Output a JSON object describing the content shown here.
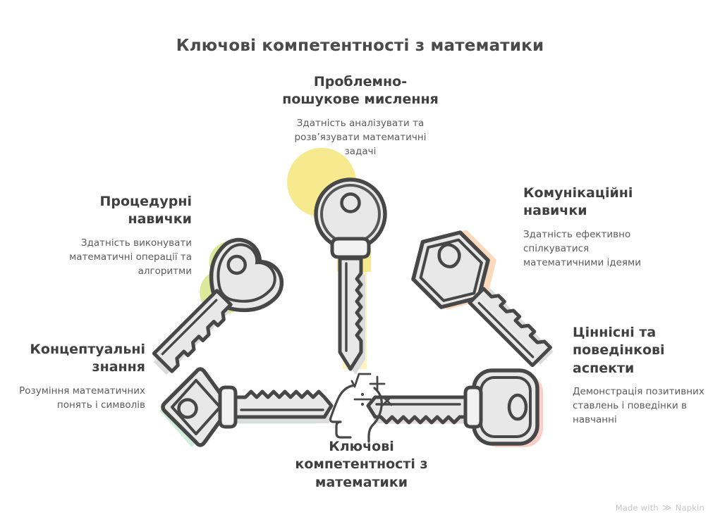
{
  "title": "Ключові компетентності з математики",
  "center": {
    "caption": "Ключові компетентності з математики",
    "icon": "head-with-math-symbols-icon",
    "symbols": [
      "√",
      "+",
      "÷",
      "×"
    ]
  },
  "nodes": [
    {
      "id": "problem-solving",
      "heading": "Проблемно-пошукове мислення",
      "description": "Здатність аналізувати та розв’язувати математичні задачі",
      "icon": "key-round-icon",
      "accent": "#F7E98E"
    },
    {
      "id": "procedural-skills",
      "heading": "Процедурні навички",
      "description": "Здатність виконувати математичні операції та алгоритми",
      "icon": "key-clover-icon",
      "accent": "#DCE89A"
    },
    {
      "id": "communication-skills",
      "heading": "Комунікаційні навички",
      "description": "Здатність ефективно спілкуватися математичними ідеями",
      "icon": "key-hexagon-icon",
      "accent": "#FAD9BC"
    },
    {
      "id": "conceptual-knowledge",
      "heading": "Концептуальні знання",
      "description": "Розуміння математичних понять і символів",
      "icon": "key-diamond-icon",
      "accent": "#CFEEDD"
    },
    {
      "id": "values-behaviour",
      "heading": "Ціннісні та поведінкові аспекти",
      "description": "Демонстрація позитивних ставлень і поведінки в навчанні",
      "icon": "key-rounded-rect-icon",
      "accent": "#F9CFC8"
    }
  ],
  "watermark": {
    "prefix": "Made with",
    "mark": "≫",
    "brand": "Napkin"
  },
  "colors": {
    "title_text": "#4a4a4a",
    "heading_text": "#3f3f3f",
    "body_text": "#5b5b5b",
    "outline": "#474747",
    "metal_fill": "#e8e8e8",
    "metal_shade": "#dcdcdc",
    "background": "#ffffff",
    "watermark_text": "#c6c6c6"
  }
}
